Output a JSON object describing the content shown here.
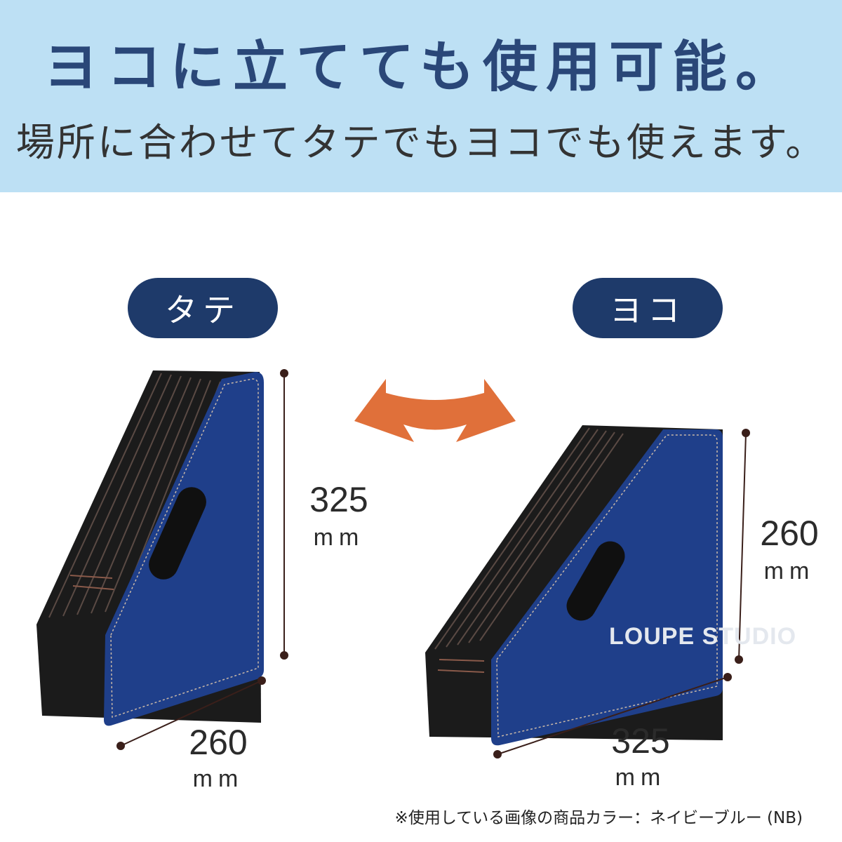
{
  "header": {
    "headline": "ヨコに立てても使用可能。",
    "subline": "場所に合わせてタテでもヨコでも使えます。"
  },
  "left": {
    "label": "タテ",
    "height_value": "325",
    "height_unit": "mm",
    "width_value": "260",
    "width_unit": "mm"
  },
  "right": {
    "label": "ヨコ",
    "height_value": "260",
    "height_unit": "mm",
    "width_value": "325",
    "width_unit": "mm"
  },
  "watermark": "LOUPE STUDIO",
  "footnote": "※使用している画像の商品カラー：ネイビーブルー (NB)",
  "colors": {
    "banner": "#bde0f4",
    "headline": "#2a4778",
    "pill": "#1e3a6a",
    "product_blue": "#1f3f8a",
    "arrow": "#e0703a",
    "dimension_line": "#3a1f1a"
  }
}
